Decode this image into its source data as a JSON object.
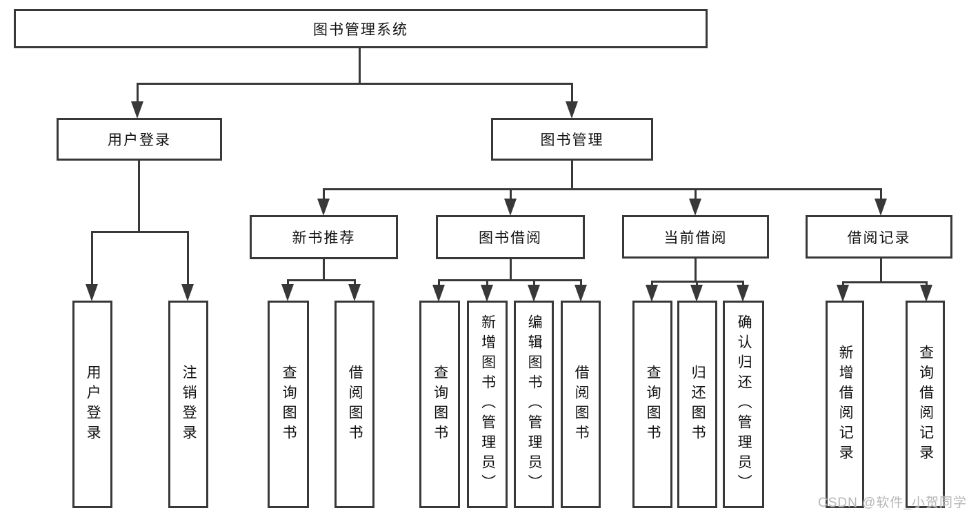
{
  "tree": {
    "root": {
      "label": "图书管理系统",
      "children": [
        {
          "label": "用户登录",
          "children": [
            {
              "label": "用户登录"
            },
            {
              "label": "注销登录"
            }
          ]
        },
        {
          "label": "图书管理",
          "children": [
            {
              "label": "新书推荐",
              "children": [
                {
                  "label": "查询图书"
                },
                {
                  "label": "借阅图书"
                }
              ]
            },
            {
              "label": "图书借阅",
              "children": [
                {
                  "label": "查询图书"
                },
                {
                  "label": "新增图书（管理员）"
                },
                {
                  "label": "编辑图书（管理员）"
                },
                {
                  "label": "借阅图书"
                }
              ]
            },
            {
              "label": "当前借阅",
              "children": [
                {
                  "label": "查询图书"
                },
                {
                  "label": "归还图书"
                },
                {
                  "label": "确认归还（管理员）"
                }
              ]
            },
            {
              "label": "借阅记录",
              "children": [
                {
                  "label": "新增借阅记录"
                },
                {
                  "label": "查询借阅记录"
                }
              ]
            }
          ]
        }
      ]
    }
  },
  "watermark": {
    "text": "CSDN @软件_小贺同学"
  },
  "colors": {
    "line": "#383838",
    "text": "#111111",
    "watermark": "#b6b6b6",
    "background": "#ffffff"
  }
}
